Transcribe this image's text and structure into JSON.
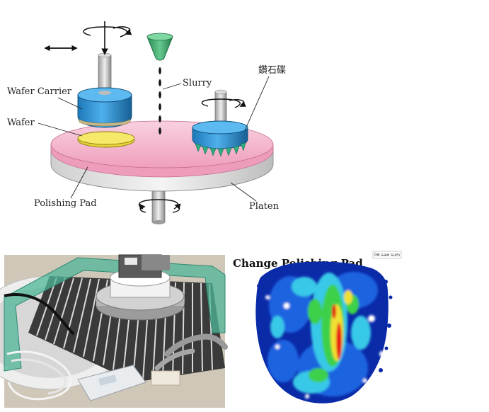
{
  "diagram": {
    "labels": {
      "wafer_carrier": "Wafer Carrier",
      "wafer": "Wafer",
      "slurry": "Slurry",
      "diamond_disk": "鑽石碟",
      "polishing_pad": "Polishing Pad",
      "platen": "Platen"
    },
    "colors": {
      "pad": "#f4b6cc",
      "platen": "#e6e6e6",
      "carrier": "#2a8fd0",
      "wafer": "#f2e24a",
      "slurry": "#3fa86a",
      "conditioner_teeth": "#3cb48a"
    }
  },
  "photo": {
    "subject": "cmp-polishing-rig-photo"
  },
  "heatmap": {
    "title": "Change Polishing Pad",
    "tag": "06 saw sum",
    "colors": [
      "#0a2aa8",
      "#1f63e0",
      "#38c8e8",
      "#3ed04a",
      "#f0e030",
      "#e81818"
    ]
  }
}
